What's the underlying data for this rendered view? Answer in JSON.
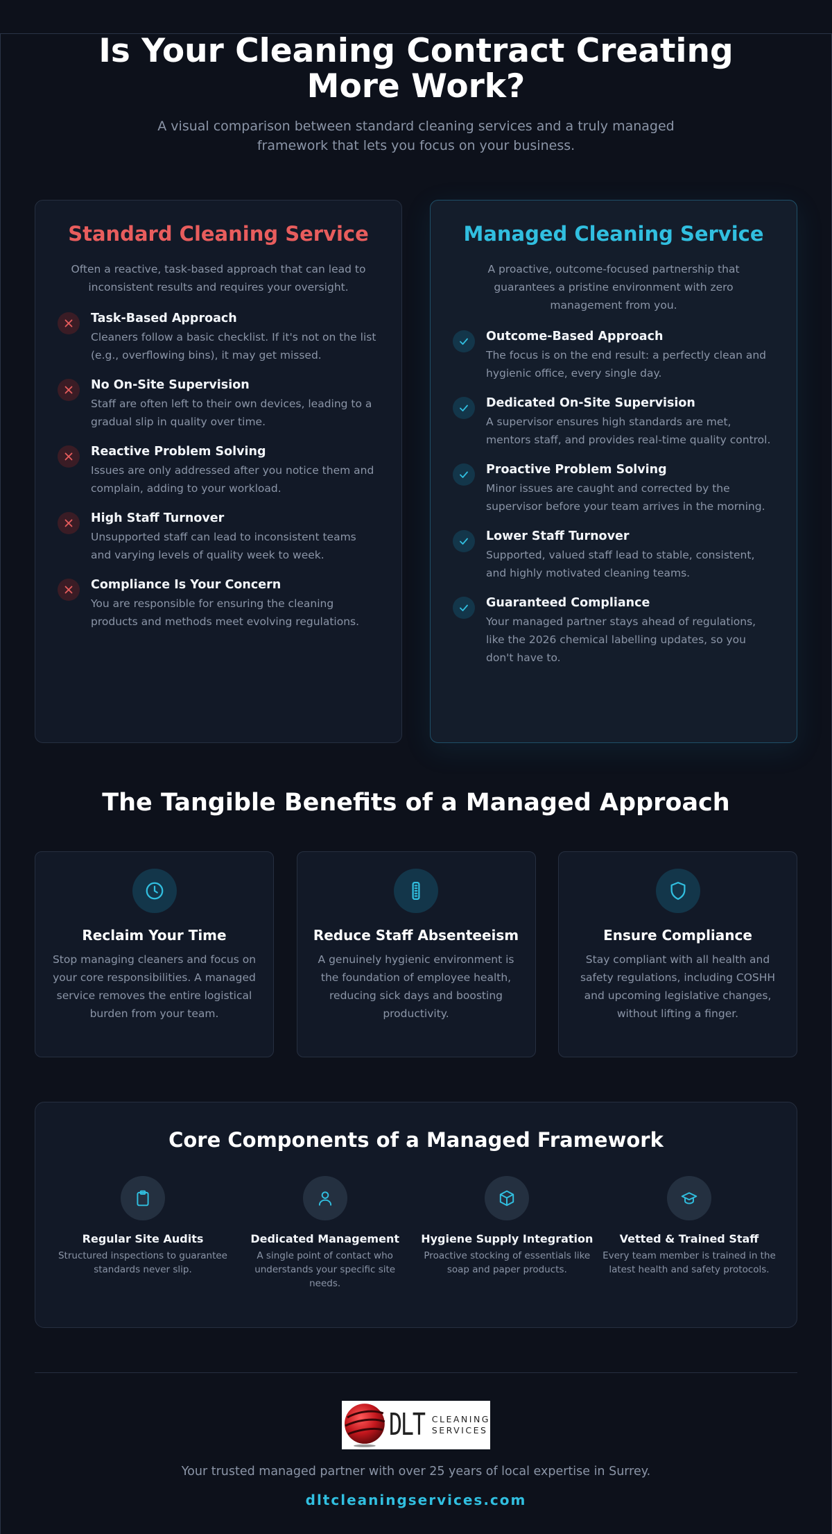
{
  "header": {
    "title": "Is Your Cleaning Contract Creating More Work?",
    "subtitle": "A visual comparison between standard cleaning services and a truly managed framework that lets you focus on your business."
  },
  "standard": {
    "title": "Standard Cleaning Service",
    "intro": "Often a reactive, task-based approach that can lead to inconsistent results and requires your oversight.",
    "items": [
      {
        "title": "Task-Based Approach",
        "desc": "Cleaners follow a basic checklist. If it's not on the list (e.g., overflowing bins), it may get missed."
      },
      {
        "title": "No On-Site Supervision",
        "desc": "Staff are often left to their own devices, leading to a gradual slip in quality over time."
      },
      {
        "title": "Reactive Problem Solving",
        "desc": "Issues are only addressed after you notice them and complain, adding to your workload."
      },
      {
        "title": "High Staff Turnover",
        "desc": "Unsupported staff can lead to inconsistent teams and varying levels of quality week to week."
      },
      {
        "title": "Compliance Is Your Concern",
        "desc": "You are responsible for ensuring the cleaning products and methods meet evolving regulations."
      }
    ]
  },
  "managed": {
    "title": "Managed Cleaning Service",
    "intro": "A proactive, outcome-focused partnership that guarantees a pristine environment with zero management from you.",
    "items": [
      {
        "title": "Outcome-Based Approach",
        "desc": "The focus is on the end result: a perfectly clean and hygienic office, every single day."
      },
      {
        "title": "Dedicated On-Site Supervision",
        "desc": "A supervisor ensures high standards are met, mentors staff, and provides real-time quality control."
      },
      {
        "title": "Proactive Problem Solving",
        "desc": "Minor issues are caught and corrected by the supervisor before your team arrives in the morning."
      },
      {
        "title": "Lower Staff Turnover",
        "desc": "Supported, valued staff lead to stable, consistent, and highly motivated cleaning teams."
      },
      {
        "title": "Guaranteed Compliance",
        "desc": "Your managed partner stays ahead of regulations, like the 2026 chemical labelling updates, so you don't have to."
      }
    ]
  },
  "benefits": {
    "title": "The Tangible Benefits of a Managed Approach",
    "items": [
      {
        "icon": "clock-icon",
        "title": "Reclaim Your Time",
        "desc": "Stop managing cleaners and focus on your core responsibilities. A managed service removes the entire logistical burden from your team."
      },
      {
        "icon": "thermometer-icon",
        "title": "Reduce Staff Absenteeism",
        "desc": "A genuinely hygienic environment is the foundation of employee health, reducing sick days and boosting productivity."
      },
      {
        "icon": "shield-icon",
        "title": "Ensure Compliance",
        "desc": "Stay compliant with all health and safety regulations, including COSHH and upcoming legislative changes, without lifting a finger."
      }
    ]
  },
  "core": {
    "title": "Core Components of a Managed Framework",
    "items": [
      {
        "icon": "clipboard-icon",
        "title": "Regular Site Audits",
        "desc": "Structured inspections to guarantee standards never slip."
      },
      {
        "icon": "user-icon",
        "title": "Dedicated Management",
        "desc": "A single point of contact who understands your specific site needs."
      },
      {
        "icon": "box-icon",
        "title": "Hygiene Supply Integration",
        "desc": "Proactive stocking of essentials like soap and paper products."
      },
      {
        "icon": "graduation-cap-icon",
        "title": "Vetted & Trained Staff",
        "desc": "Every team member is trained in the latest health and safety protocols."
      }
    ]
  },
  "footer": {
    "logo_text": "DLT",
    "logo_line1": "CLEANING",
    "logo_line2": "SERVICES",
    "tagline": "Your trusted managed partner with over 25 years of local expertise in Surrey.",
    "website": "dltcleaningservices.com"
  },
  "colors": {
    "background": "#0d111b",
    "standard_accent": "#e85d5d",
    "managed_accent": "#31bfe0"
  }
}
